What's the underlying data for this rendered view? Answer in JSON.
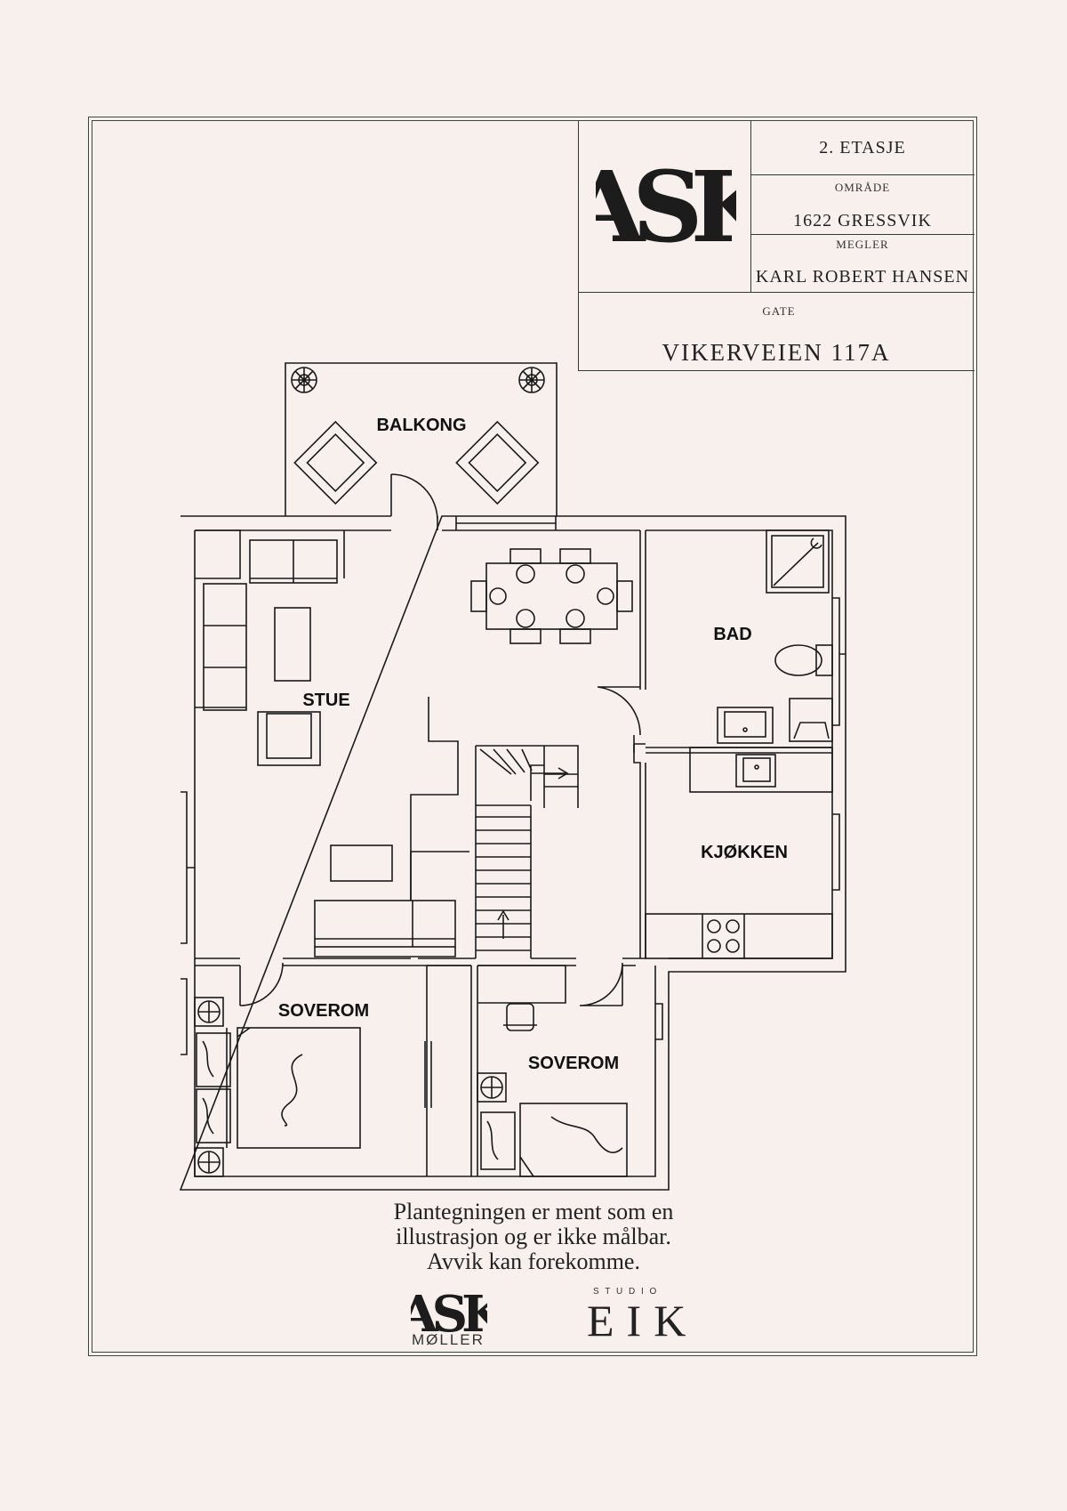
{
  "title_block": {
    "floor": "2. ETASJE",
    "area_label": "OMRÅDE",
    "area_value": "1622 GRESSVIK",
    "agent_label": "MEGLER",
    "agent_value": "KARL ROBERT HANSEN",
    "street_label": "GATE",
    "street_value": "VIKERVEIEN 117A",
    "logo": "ASK"
  },
  "rooms": {
    "balcony": "BALKONG",
    "living": "STUE",
    "bath": "BAD",
    "kitchen": "KJØKKEN",
    "bedroom1": "SOVEROM",
    "bedroom2": "SOVEROM"
  },
  "disclaimer": {
    "line1": "Plantegningen er ment som en",
    "line2": "illustrasjon og er ikke målbar.",
    "line3": "Avvik kan forekomme."
  },
  "brands": {
    "ask_logo": "ASK",
    "ask_sub": "MØLLER",
    "studio_label": "S T U D I O",
    "eik": "EIK"
  },
  "colors": {
    "background": "#f7f0ed",
    "frame": "#3a4a3a",
    "ink": "#1a1a1a"
  }
}
